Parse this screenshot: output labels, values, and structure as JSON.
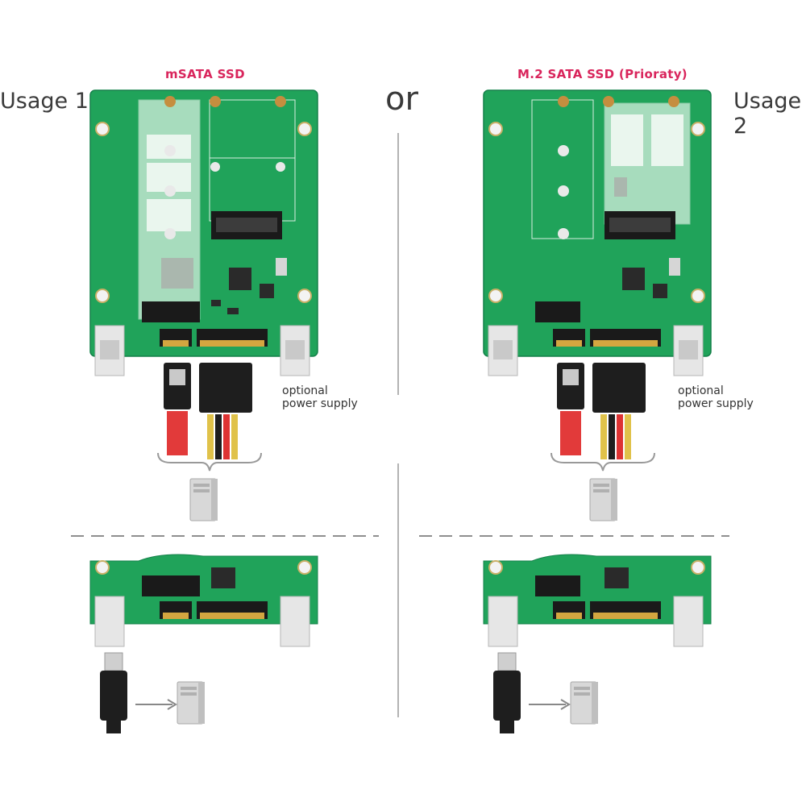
{
  "left": {
    "usage_label": "Usage 1",
    "ssd_title": "mSATA SSD",
    "power_note_line1": "optional",
    "power_note_line2": "power supply"
  },
  "right": {
    "usage_label": "Usage 2",
    "ssd_title": "M.2 SATA SSD (Prioraty)",
    "power_note_line1": "optional",
    "power_note_line2": "power supply"
  },
  "separator": {
    "or_label": "or"
  },
  "colors": {
    "pcb_green": "#20a35a",
    "pcb_dark": "#17864a",
    "title_accent": "#d9255c",
    "sata_red": "#e23a3a",
    "cable_black": "#1e1e1e"
  },
  "icons": [
    "pc-tower-icon",
    "arrow-right-icon",
    "esata-cable-icon",
    "sata-cable-icon",
    "power-cable-icon"
  ]
}
